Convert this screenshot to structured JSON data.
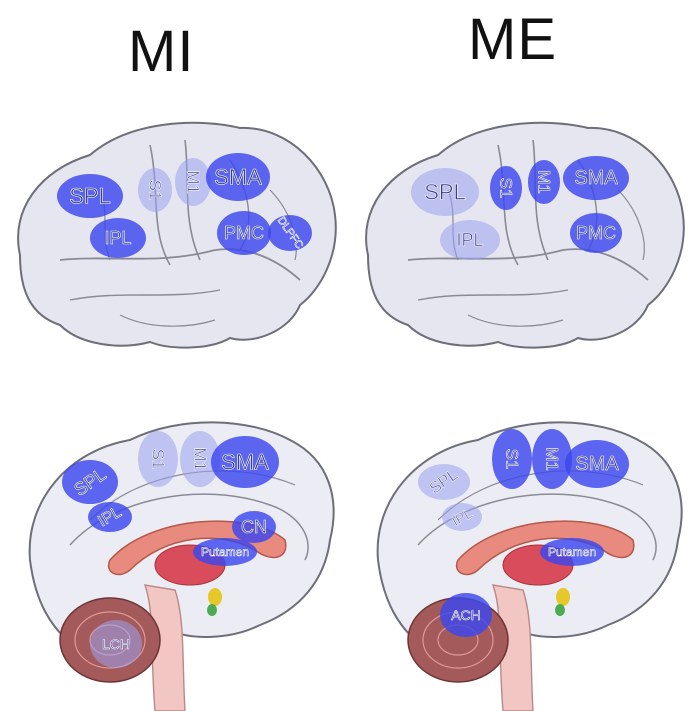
{
  "titles": {
    "left": "MI",
    "right": "ME"
  },
  "colors": {
    "brain_fill": "#e4e4f0",
    "brain_stroke": "#6e6e7a",
    "region_strong": "#3a47ee",
    "region_weak": "#9ba2f0",
    "label": "#2f3480"
  },
  "panels": {
    "mi_lateral": {
      "regions": [
        {
          "label": "SPL",
          "level": "strong"
        },
        {
          "label": "IPL",
          "level": "strong"
        },
        {
          "label": "S1",
          "level": "weak"
        },
        {
          "label": "M1",
          "level": "weak"
        },
        {
          "label": "SMA",
          "level": "strong"
        },
        {
          "label": "PMC",
          "level": "strong"
        },
        {
          "label": "DLPFC",
          "level": "strong"
        }
      ]
    },
    "me_lateral": {
      "regions": [
        {
          "label": "SPL",
          "level": "weak"
        },
        {
          "label": "IPL",
          "level": "weak"
        },
        {
          "label": "S1",
          "level": "strong"
        },
        {
          "label": "M1",
          "level": "strong"
        },
        {
          "label": "SMA",
          "level": "strong"
        },
        {
          "label": "PMC",
          "level": "strong"
        }
      ]
    },
    "mi_medial": {
      "regions": [
        {
          "label": "SPL",
          "level": "strong"
        },
        {
          "label": "IPL",
          "level": "strong"
        },
        {
          "label": "S1",
          "level": "weak"
        },
        {
          "label": "M1",
          "level": "weak"
        },
        {
          "label": "SMA",
          "level": "strong"
        },
        {
          "label": "CN",
          "level": "strong"
        },
        {
          "label": "Putamen",
          "level": "strong"
        },
        {
          "label": "LCH",
          "level": "weak"
        }
      ]
    },
    "me_medial": {
      "regions": [
        {
          "label": "SPL",
          "level": "weak"
        },
        {
          "label": "IPL",
          "level": "weak"
        },
        {
          "label": "S1",
          "level": "strong"
        },
        {
          "label": "M1",
          "level": "strong"
        },
        {
          "label": "SMA",
          "level": "strong"
        },
        {
          "label": "Putamen",
          "level": "strong"
        },
        {
          "label": "ACH",
          "level": "strong"
        }
      ]
    }
  }
}
